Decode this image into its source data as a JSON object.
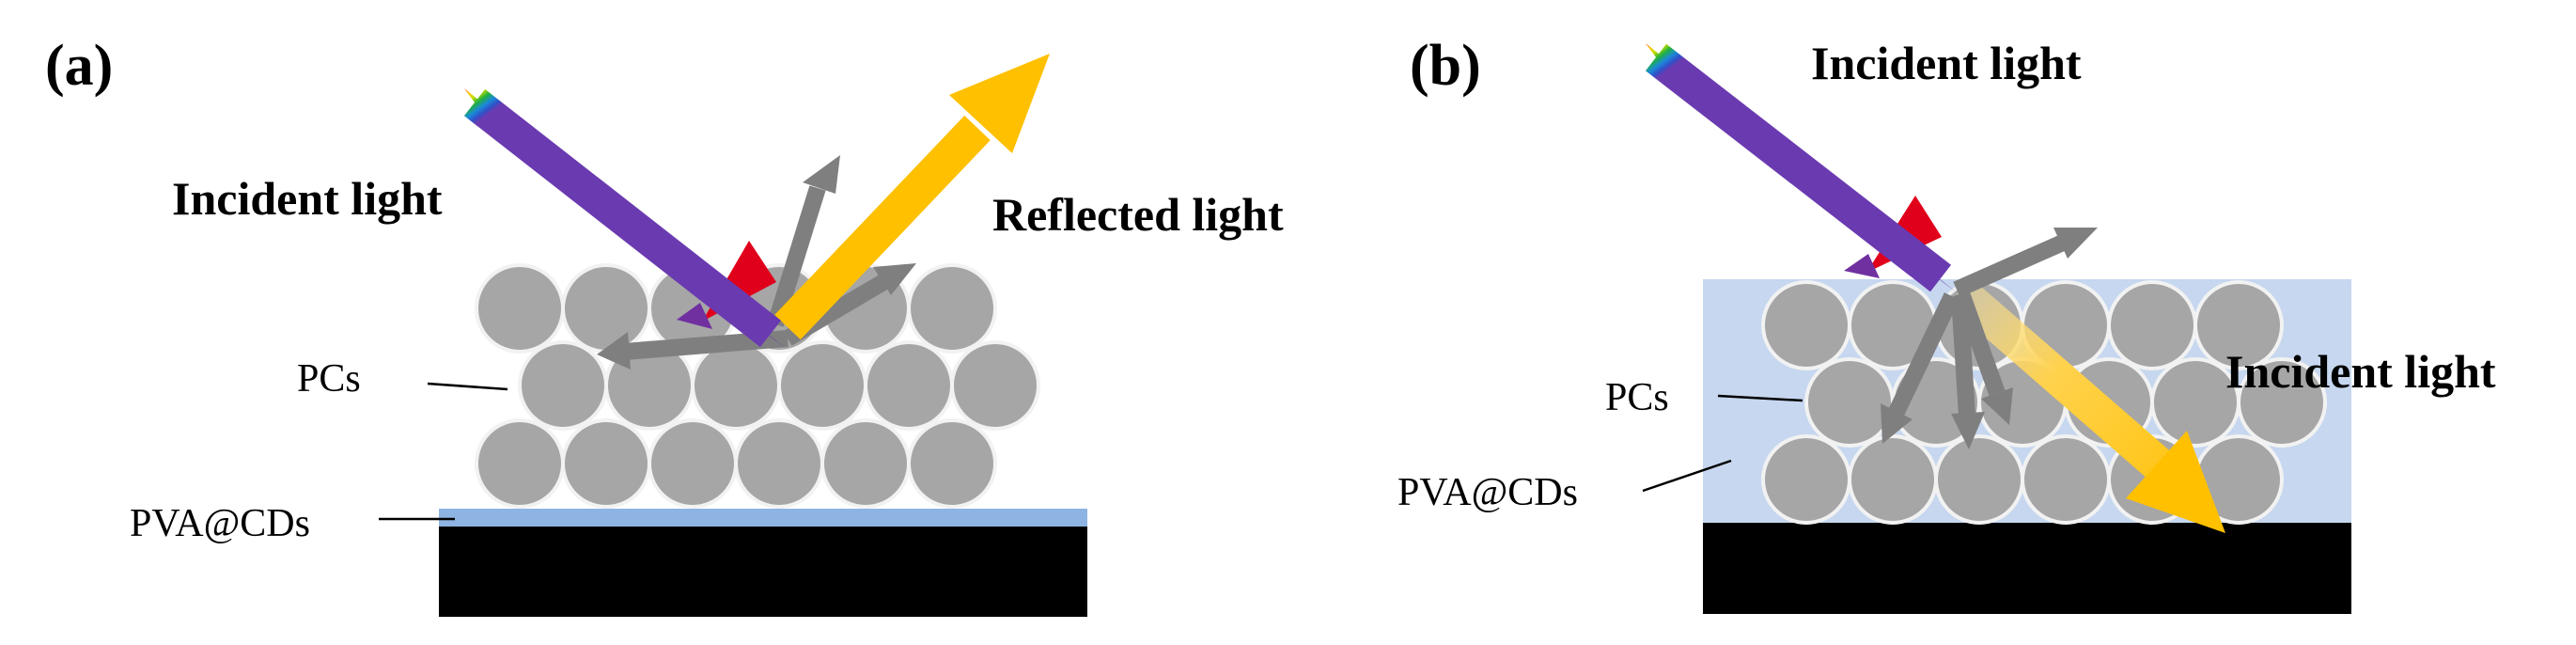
{
  "panel_a": {
    "tag": "(a)",
    "incident_label": "Incident light",
    "reflected_label": "Reflected light",
    "pcs_label": "PCs",
    "pva_label": "PVA@CDs"
  },
  "panel_b": {
    "tag": "(b)",
    "incident_label_top": "Incident light",
    "incident_label_side": "Incident light",
    "pcs_label": "PCs",
    "pva_label": "PVA@CDs"
  },
  "colors": {
    "sphere": "#a6a6a6",
    "sphere_edge": "#f2f2f2",
    "gray_arrow": "#7f7f7f",
    "yellow_arrow": "#ffc000",
    "pva_film": "#8eb4e3",
    "pva_matrix": "#c6d7ef",
    "substrate": "#000000"
  },
  "icons": {
    "incident": "rainbow-beam-icon",
    "reflected": "yellow-arrow-icon",
    "scatter": "gray-arrow-icon"
  }
}
